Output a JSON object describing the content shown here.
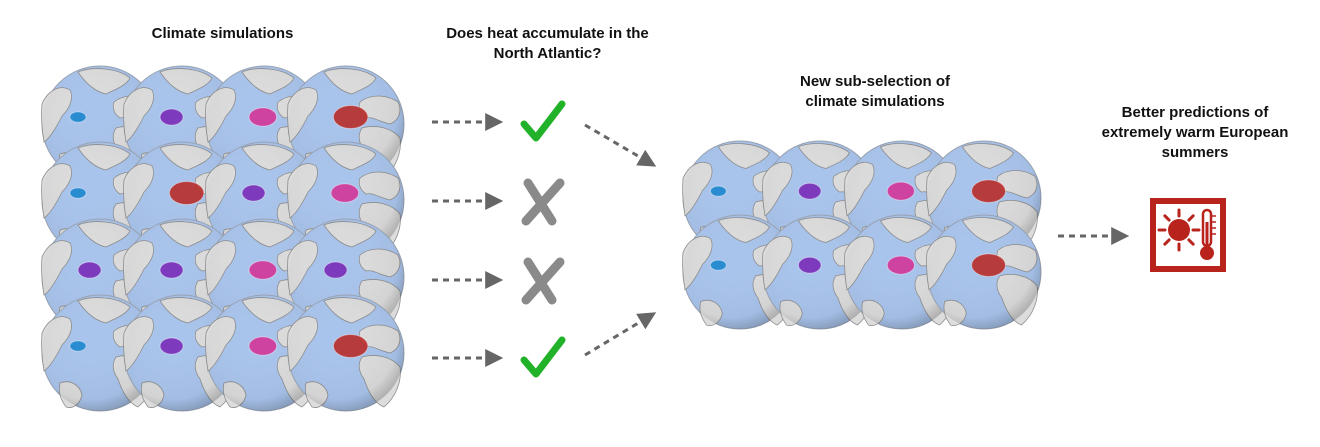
{
  "labels": {
    "climate_simulations": "Climate simulations",
    "question_line1": "Does heat accumulate in the",
    "question_line2": "North Atlantic?",
    "subselection_line1": "New sub-selection of",
    "subselection_line2": "climate simulations",
    "predictions_line1": "Better predictions of",
    "predictions_line2": "extremely warm European",
    "predictions_line3": "summers"
  },
  "colors": {
    "ocean": "#a9c4ec",
    "land": "#dcdcdc",
    "arrow": "#666666",
    "check": "#22b22a",
    "cross": "#8a8a8a",
    "icon": "#b8241c",
    "blob_blue": "#1f88cf",
    "blob_purple": "#7a2fb8",
    "blob_pink": "#d2399a",
    "blob_red": "#b8302e"
  },
  "simulation_grid": [
    [
      "blue",
      "purple",
      "pink",
      "red"
    ],
    [
      "blue",
      "red",
      "purple",
      "pink"
    ],
    [
      "purple",
      "purple",
      "pink",
      "purple"
    ],
    [
      "blue",
      "purple",
      "pink",
      "red"
    ]
  ],
  "selection_results": [
    "check",
    "cross",
    "cross",
    "check"
  ],
  "subselection_grid": [
    [
      "blue",
      "purple",
      "pink",
      "red"
    ],
    [
      "blue",
      "purple",
      "pink",
      "red"
    ]
  ],
  "icons": {
    "result_check": "check-icon",
    "result_cross": "cross-icon",
    "warm_summer": "sun-thermometer-icon"
  }
}
